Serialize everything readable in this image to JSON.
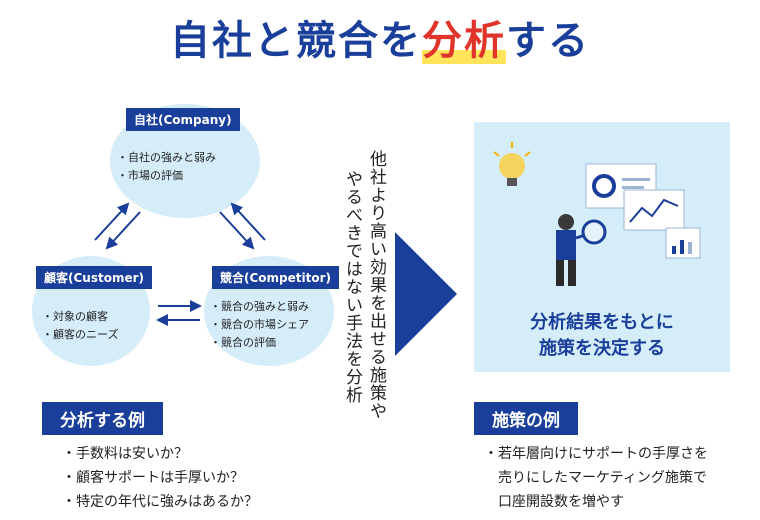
{
  "title": {
    "prefix": "自社と競合を",
    "highlight": "分析",
    "suffix": "する"
  },
  "circles": {
    "company": {
      "label": "自社(Company)",
      "items": [
        "自社の強みと弱み",
        "市場の評価"
      ]
    },
    "customer": {
      "label": "顧客(Customer)",
      "items": [
        "対象の顧客",
        "顧客のニーズ"
      ]
    },
    "competitor": {
      "label": "競合(Competitor)",
      "items": [
        "競合の強みと弱み",
        "競合の市場シェア",
        "競合の評価"
      ]
    }
  },
  "arrow_text": {
    "line1": "他社より高い効果を出せる施策や",
    "line2": "やるべきではない手法を分析"
  },
  "panel_text": {
    "line1": "分析結果をもとに",
    "line2": "施策を決定する"
  },
  "analysis_examples": {
    "label": "分析する例",
    "items": [
      "手数料は安いか？",
      "顧客サポートは手厚いか？",
      "特定の年代に強みはあるか？"
    ]
  },
  "measure_examples": {
    "label": "施策の例",
    "items": [
      "若年層向けにサポートの手厚さを"
    ],
    "continuation": [
      "売りにしたマーケティング施策で",
      "口座開設数を増やす"
    ]
  },
  "colors": {
    "navy": "#1a3f9a",
    "red": "#e0342b",
    "light_blue": "#d5ecf9",
    "yellow": "#ffe45c"
  }
}
